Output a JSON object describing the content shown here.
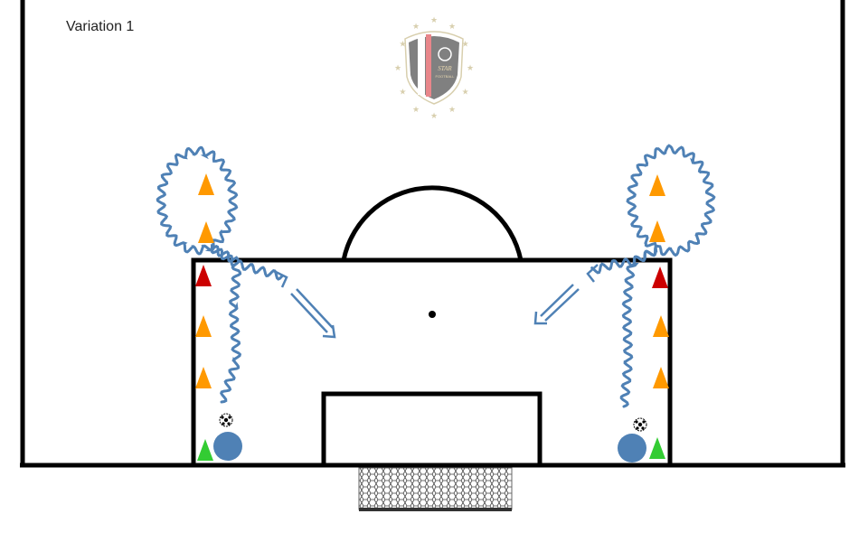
{
  "title": "Variation 1",
  "logo": {
    "text_line1": "STAR",
    "text_line2": "FOOTBALL",
    "emblem": "shield-with-stars"
  },
  "colors": {
    "lines": "#000000",
    "run_path": "#4f81b5",
    "player": "#4f81b5",
    "cone_orange": "#ff9900",
    "cone_red": "#cc0000",
    "cone_green": "#33cc33",
    "logo_gray": "#808080",
    "logo_pink": "#e8868a",
    "logo_gold": "#d8cfae"
  },
  "icons": [
    "cone-icon",
    "soccer-ball-icon",
    "player-icon",
    "goal-net-icon",
    "arrow-icon"
  ]
}
